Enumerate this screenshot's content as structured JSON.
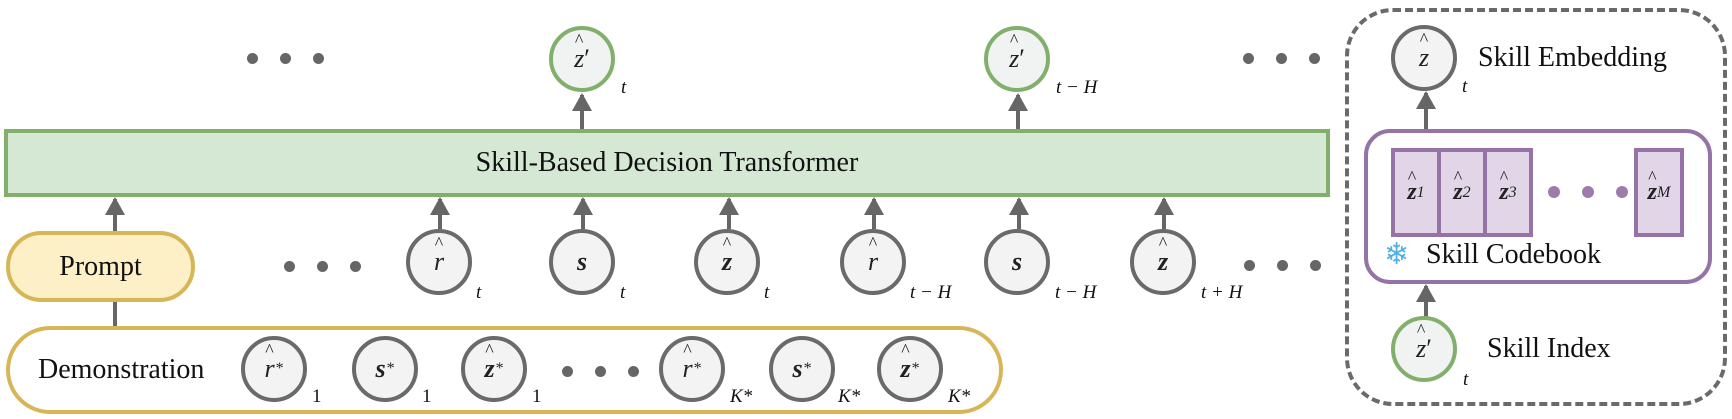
{
  "diagram": {
    "transformer_label": "Skill-Based Decision Transformer",
    "prompt_label": "Prompt",
    "demonstration_label": "Demonstration",
    "ellipsis": "• • •"
  },
  "outputs": [
    {
      "symbol": "z",
      "prime": "′",
      "subscript": "t"
    },
    {
      "symbol": "z",
      "prime": "′",
      "subscript": "t − H"
    }
  ],
  "sequence_tokens": [
    {
      "symbol": "r",
      "bold": false,
      "subscript": "t"
    },
    {
      "symbol": "s",
      "bold": true,
      "subscript": "t"
    },
    {
      "symbol": "z",
      "bold": true,
      "subscript": "t"
    },
    {
      "symbol": "r",
      "bold": false,
      "subscript": "t − H"
    },
    {
      "symbol": "s",
      "bold": true,
      "subscript": "t − H"
    },
    {
      "symbol": "z",
      "bold": true,
      "subscript": "t + H"
    }
  ],
  "demo_tokens": [
    {
      "symbol": "r",
      "sup": "*",
      "subscript": "1"
    },
    {
      "symbol": "s",
      "sup": "*",
      "subscript": "1"
    },
    {
      "symbol": "z",
      "sup": "*",
      "subscript": "1"
    },
    {
      "symbol": "r",
      "sup": "*",
      "subscript": "K*"
    },
    {
      "symbol": "s",
      "sup": "*",
      "subscript": "K*"
    },
    {
      "symbol": "z",
      "sup": "*",
      "subscript": "K*"
    }
  ],
  "skill_panel": {
    "embedding_label": "Skill Embedding",
    "embedding_symbol": "z",
    "embedding_subscript": "t",
    "codebook_label": "Skill Codebook",
    "codebook_icon": "snowflake-icon",
    "codebook_entries": [
      "1",
      "2",
      "3",
      "M"
    ],
    "index_label": "Skill Index",
    "index_symbol": "z",
    "index_prime": "′",
    "index_subscript": "t"
  },
  "colors": {
    "transformer_fill": "#d5e8d4",
    "transformer_border": "#82b06c",
    "prompt_fill": "#fdf0c6",
    "prompt_border": "#d6b656",
    "codebook_fill": "#e1d5e7",
    "codebook_border": "#9673a6",
    "node_border": "#6a6a6a"
  }
}
